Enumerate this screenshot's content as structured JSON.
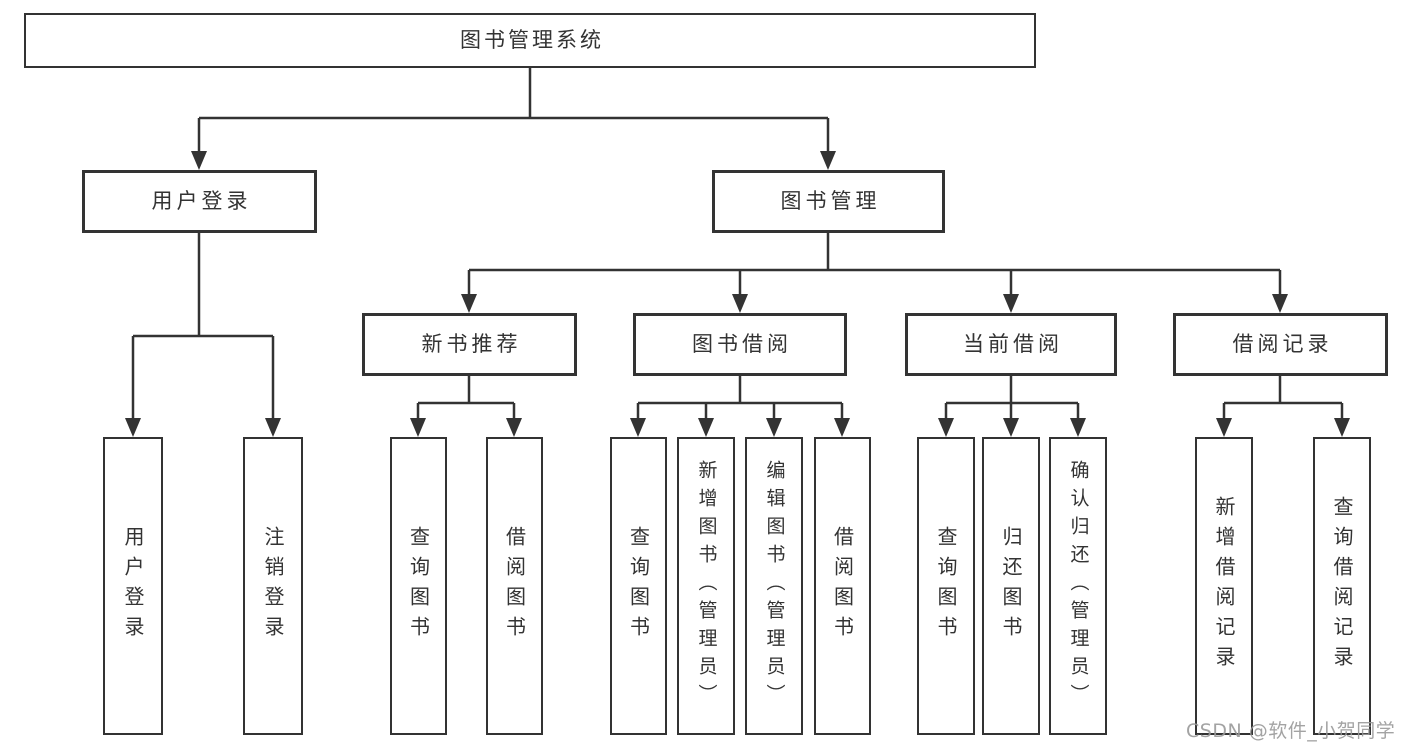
{
  "tree": {
    "label": "图书管理系统",
    "children": [
      {
        "label": "用户登录",
        "children": [
          {
            "label": "用户登录"
          },
          {
            "label": "注销登录"
          }
        ]
      },
      {
        "label": "图书管理",
        "children": [
          {
            "label": "新书推荐",
            "children": [
              {
                "label": "查询图书"
              },
              {
                "label": "借阅图书"
              }
            ]
          },
          {
            "label": "图书借阅",
            "children": [
              {
                "label": "查询图书"
              },
              {
                "label": "新增图书（管理员）"
              },
              {
                "label": "编辑图书（管理员）"
              },
              {
                "label": "借阅图书"
              }
            ]
          },
          {
            "label": "当前借阅",
            "children": [
              {
                "label": "查询图书"
              },
              {
                "label": "归还图书"
              },
              {
                "label": "确认归还（管理员）"
              }
            ]
          },
          {
            "label": "借阅记录",
            "children": [
              {
                "label": "新增借阅记录"
              },
              {
                "label": "查询借阅记录"
              }
            ]
          }
        ]
      }
    ]
  },
  "watermark": {
    "text": "CSDN @软件_小贺同学"
  },
  "colors": {
    "line": "#333333",
    "box_border": "#333333",
    "box_fill": "#ffffff",
    "text": "#333333",
    "watermark": "#999999"
  }
}
